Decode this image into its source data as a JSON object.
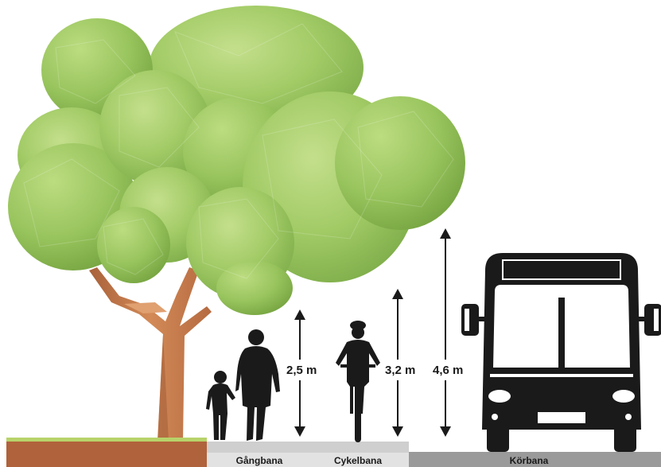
{
  "zones": {
    "gangbana": "Gångbana",
    "cykelbana": "Cykelbana",
    "korbana": "Körbana"
  },
  "clearances": {
    "pedestrian": {
      "label": "2,5 m",
      "value_m": 2.5
    },
    "cyclist": {
      "label": "3,2 m",
      "value_m": 3.2
    },
    "bus": {
      "label": "4,6 m",
      "value_m": 4.6
    }
  },
  "colors": {
    "foliage_light": "#a9cf6e",
    "foliage_mid": "#94c15c",
    "foliage_dark": "#7fae4a",
    "trunk": "#c97a4a",
    "soil": "#b0623c",
    "grass": "#b7d36a",
    "sidewalk": "#c8c8c8",
    "road": "#9a9a9a",
    "silhouette": "#1a1a1a"
  },
  "icons": [
    "tree-icon",
    "pedestrian-adult-icon",
    "pedestrian-child-icon",
    "cyclist-icon",
    "bus-icon",
    "double-arrow-icon"
  ]
}
